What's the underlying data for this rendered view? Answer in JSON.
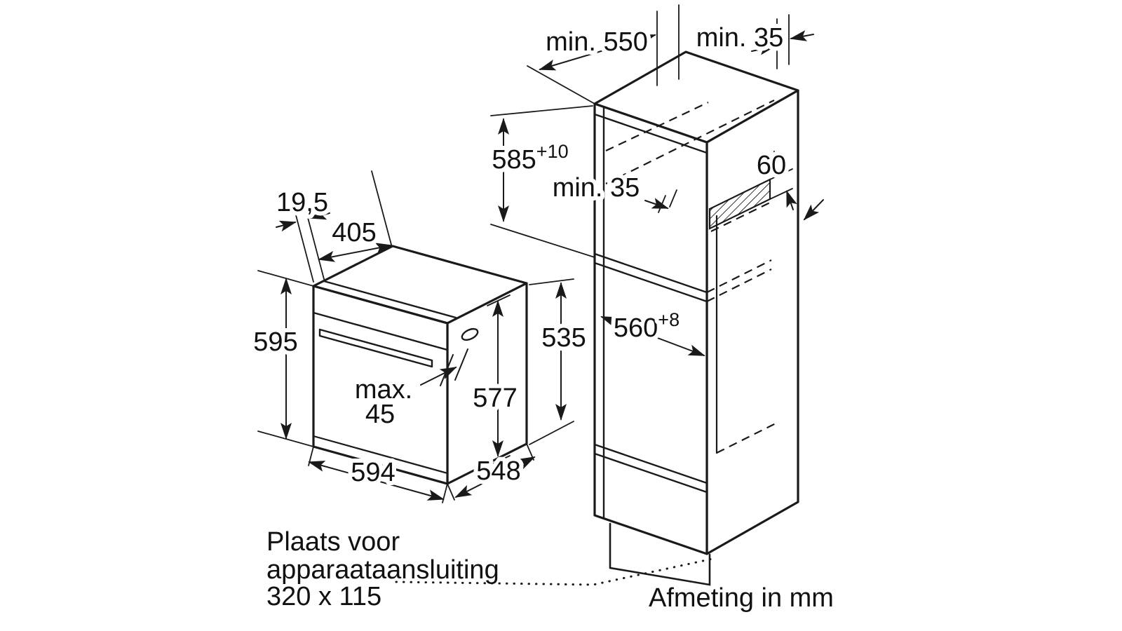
{
  "oven": {
    "dim_19_5": "19,5",
    "dim_405": "405",
    "dim_595": "595",
    "dim_535": "535",
    "dim_577": "577",
    "dim_max": "max.",
    "dim_45": "45",
    "dim_594": "594",
    "dim_548": "548"
  },
  "cabinet": {
    "dim_min_550": "min. 550",
    "dim_min_35_top": "min. 35",
    "dim_585_base": "585",
    "dim_585_sup": "+10",
    "dim_min_35_mid": "min. 35",
    "dim_60": "60",
    "dim_560_base": "560",
    "dim_560_sup": "+8"
  },
  "notes": {
    "connection_line1": "Plaats voor",
    "connection_line2": "apparaataansluiting",
    "connection_line3": "320 x 115",
    "units": "Afmeting in mm"
  },
  "colors": {
    "line": "#1a1a1a",
    "background": "#ffffff"
  }
}
